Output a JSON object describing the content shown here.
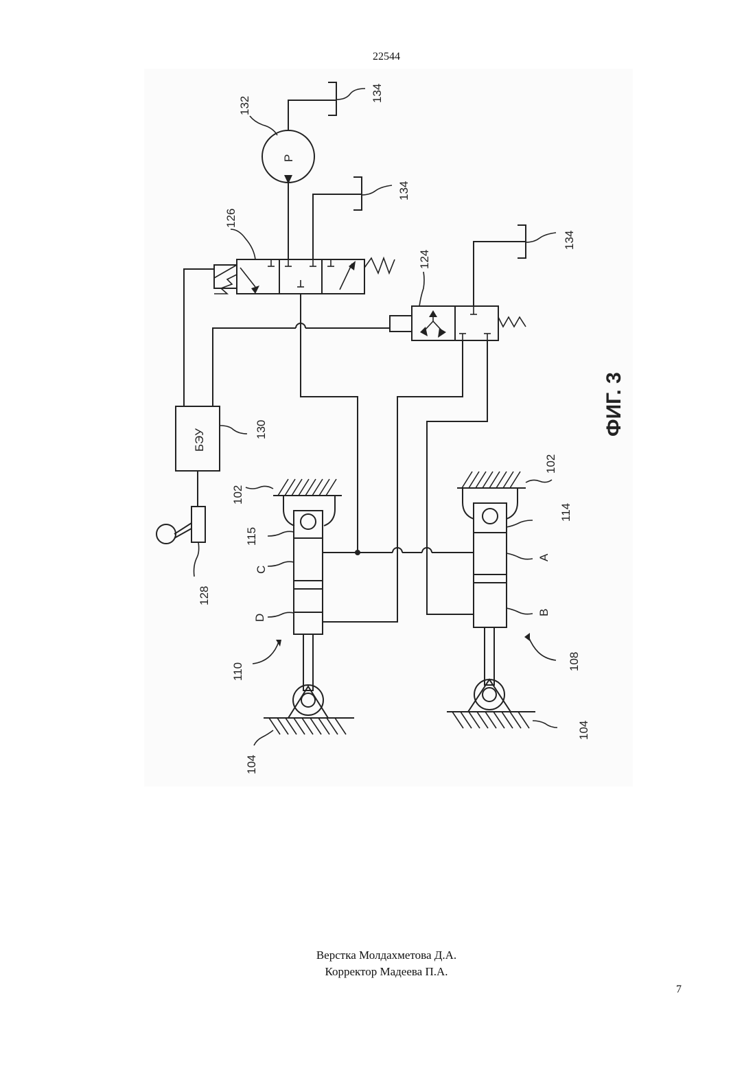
{
  "header": {
    "doc_number": "22544"
  },
  "figure": {
    "caption": "ФИГ. 3",
    "control_unit_label": "БЭУ",
    "pump_label": "P",
    "labels": {
      "n132": "132",
      "n134": "134",
      "n126": "126",
      "n124": "124",
      "n130": "130",
      "n102": "102",
      "n115": "115",
      "n114": "114",
      "n128": "128",
      "n110": "110",
      "n108": "108",
      "n104": "104",
      "chamber_c": "C",
      "chamber_d": "D",
      "chamber_a": "A",
      "chamber_b": "B"
    }
  },
  "footer": {
    "layout": "Верстка Молдахметова Д.А.",
    "corrector": "Корректор Мадеева П.А.",
    "page_number": "7"
  }
}
